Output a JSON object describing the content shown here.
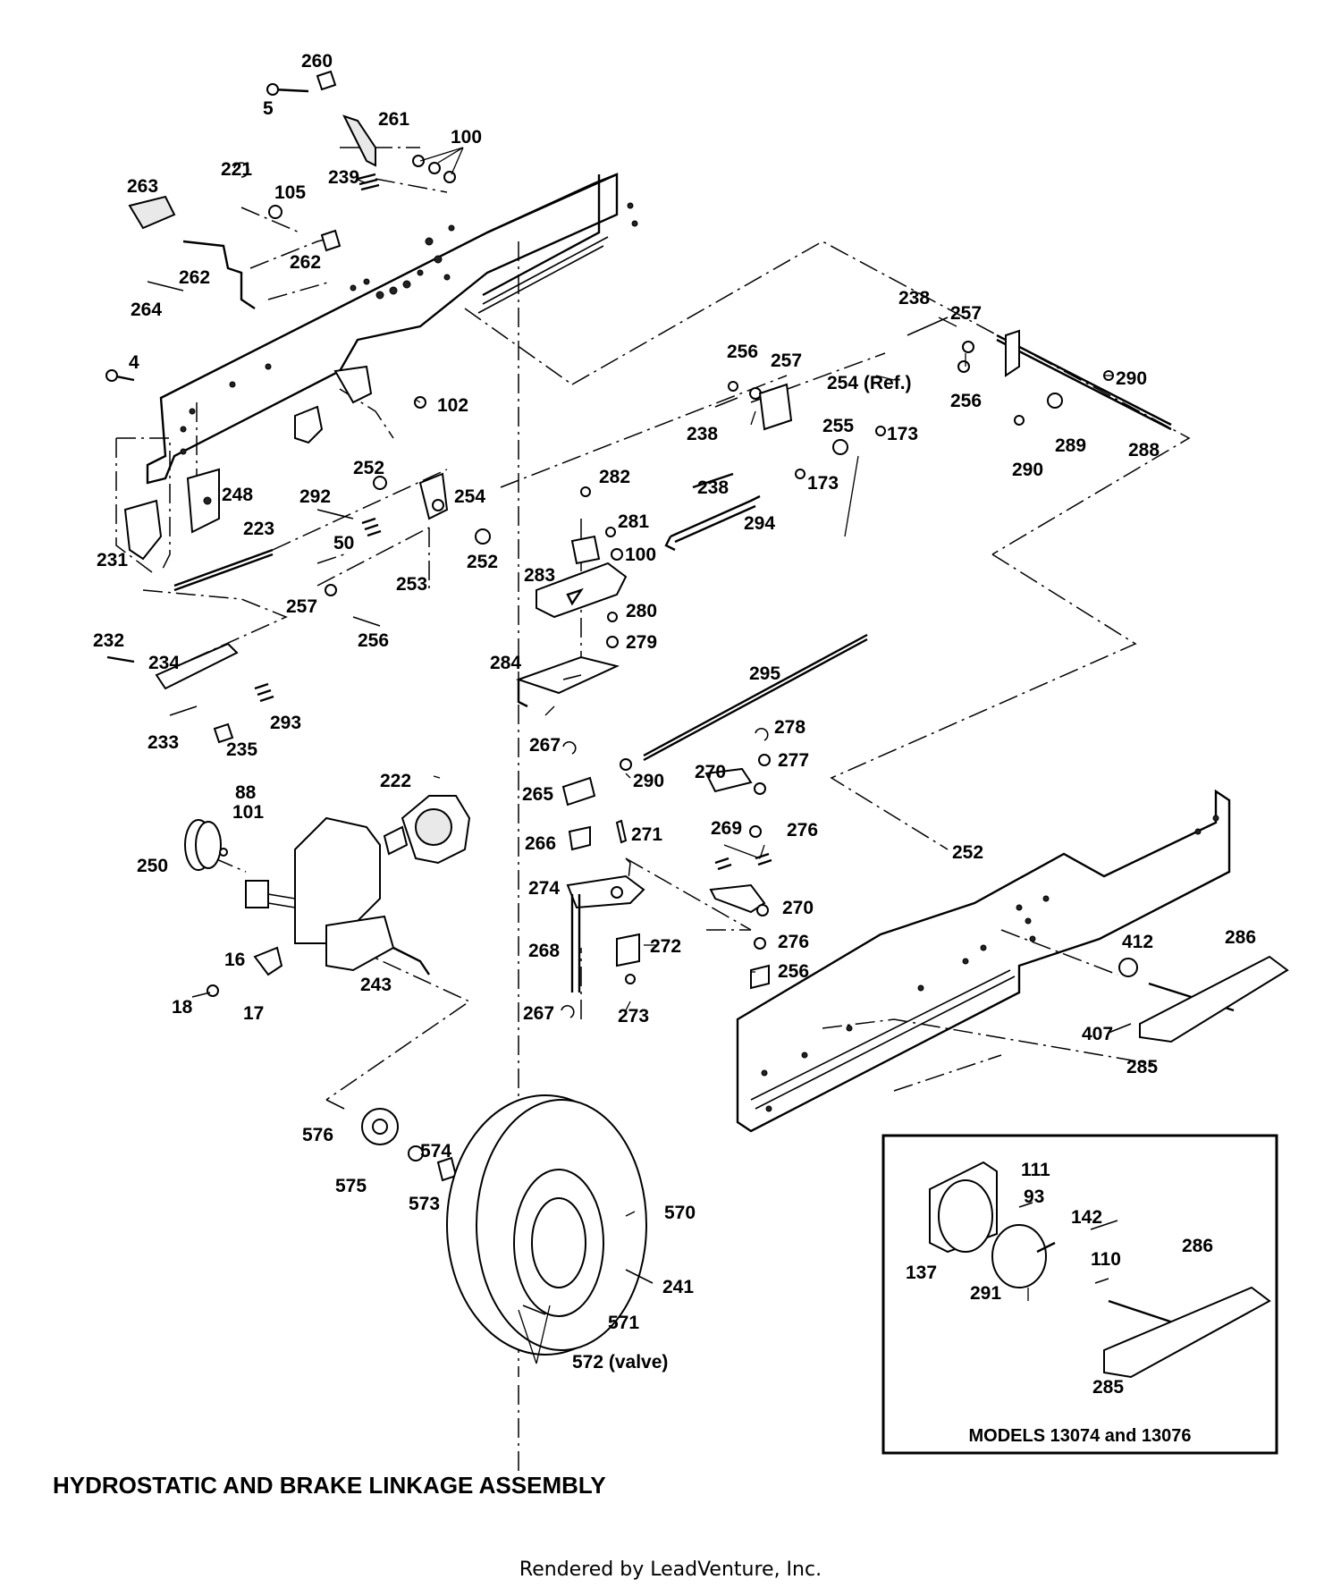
{
  "title": "HYDROSTATIC AND BRAKE LINKAGE ASSEMBLY",
  "footer": "Rendered by LeadVenture, Inc.",
  "inset_caption": "MODELS 13074 and 13076",
  "callouts": [
    "260",
    "5",
    "261",
    "100",
    "221",
    "105",
    "239",
    "263",
    "262",
    "264",
    "4",
    "102",
    "238",
    "257",
    "256",
    "254 (Ref.)",
    "255",
    "173",
    "290",
    "289",
    "288",
    "252",
    "248",
    "292",
    "254",
    "50",
    "231",
    "223",
    "253",
    "282",
    "281",
    "283",
    "294",
    "280",
    "279",
    "284",
    "232",
    "234",
    "293",
    "233",
    "235",
    "295",
    "267",
    "278",
    "277",
    "270",
    "265",
    "276",
    "266",
    "271",
    "269",
    "274",
    "272",
    "268",
    "273",
    "412",
    "286",
    "407",
    "285",
    "222",
    "88",
    "101",
    "250",
    "16",
    "243",
    "18",
    "17",
    "576",
    "574",
    "575",
    "573",
    "570",
    "241",
    "571",
    "572 (valve)",
    "111",
    "93",
    "142",
    "137",
    "291",
    "110"
  ]
}
